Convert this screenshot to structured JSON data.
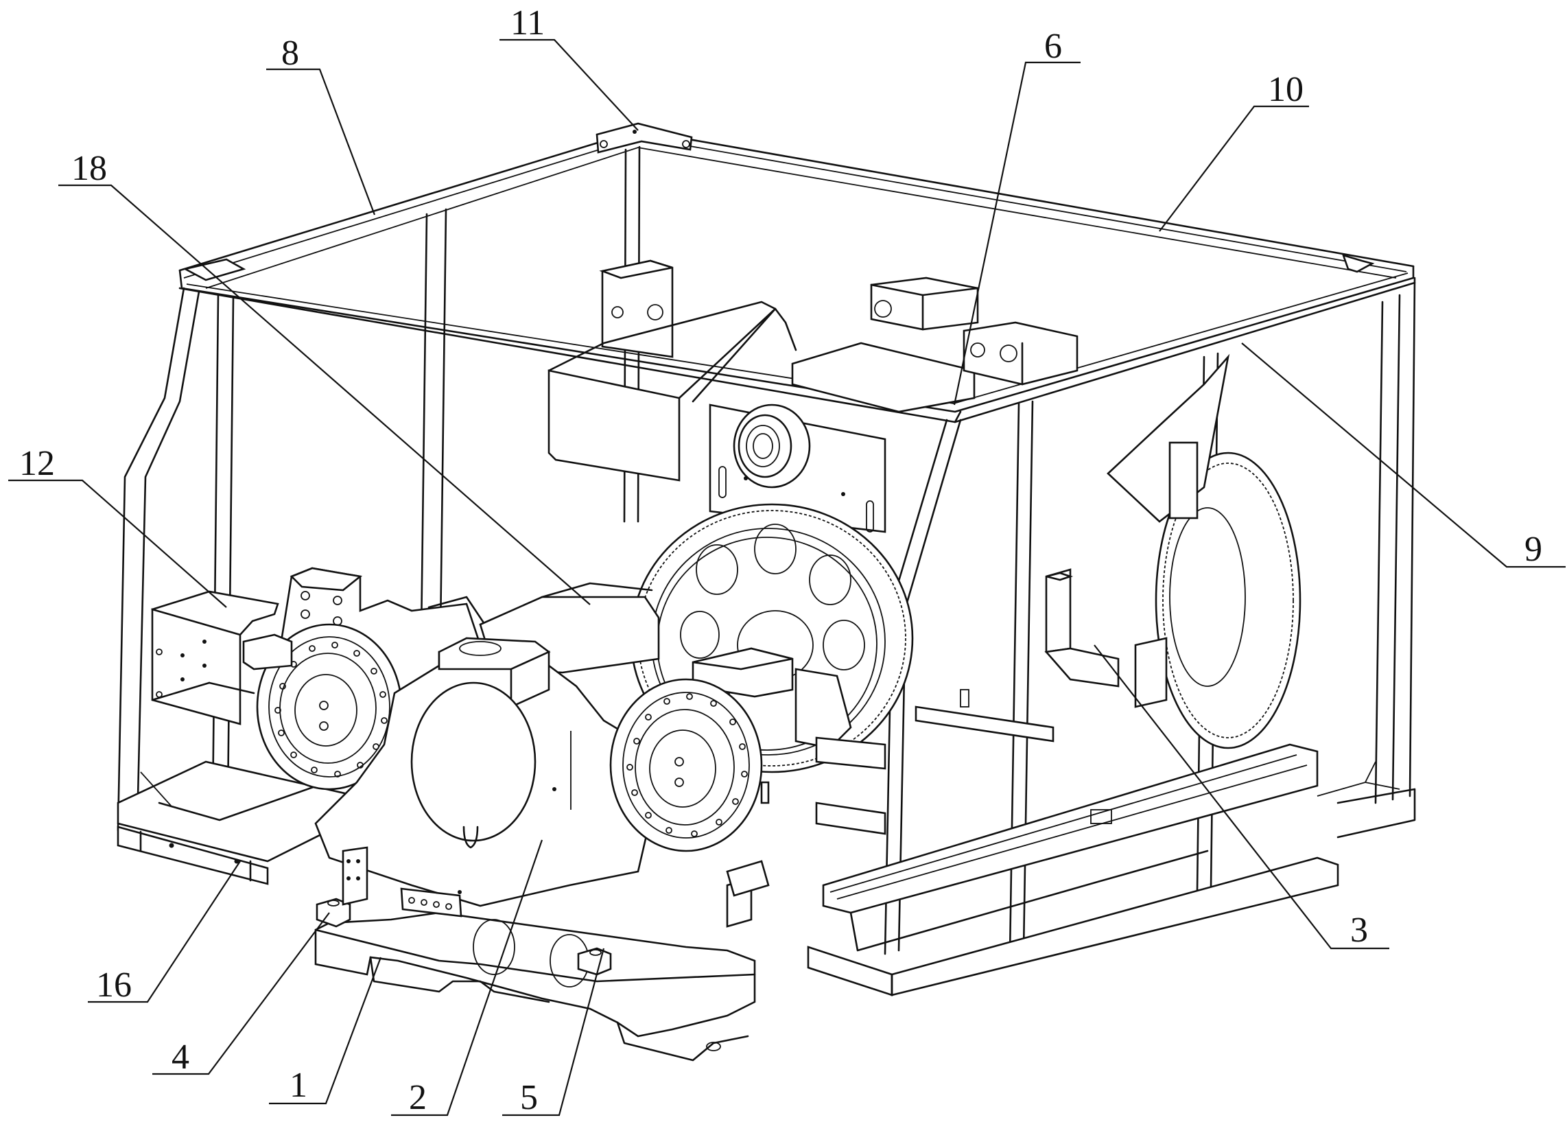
{
  "figure": {
    "type": "patent-style isometric line drawing",
    "subject": "gear-driven rotary machine assembly inside rectangular protective frame",
    "callouts": [
      {
        "id": "8",
        "label": "8",
        "part": "top frame beam (left)"
      },
      {
        "id": "11",
        "label": "11",
        "part": "top corner bracket"
      },
      {
        "id": "6",
        "label": "6",
        "part": "frame corner post"
      },
      {
        "id": "10",
        "label": "10",
        "part": "top frame beam (rear)"
      },
      {
        "id": "18",
        "label": "18",
        "part": "main shaft"
      },
      {
        "id": "12",
        "label": "12",
        "part": "side bracket box"
      },
      {
        "id": "9",
        "label": "9",
        "part": "top frame beam (right)"
      },
      {
        "id": "16",
        "label": "16",
        "part": "bottom frame beam"
      },
      {
        "id": "4",
        "label": "4",
        "part": "guide rail slider (left)"
      },
      {
        "id": "1",
        "label": "1",
        "part": "base bed"
      },
      {
        "id": "2",
        "label": "2",
        "part": "main housing"
      },
      {
        "id": "5",
        "label": "5",
        "part": "guide rail slider (right)"
      },
      {
        "id": "3",
        "label": "3",
        "part": "tailstock carriage"
      }
    ]
  }
}
